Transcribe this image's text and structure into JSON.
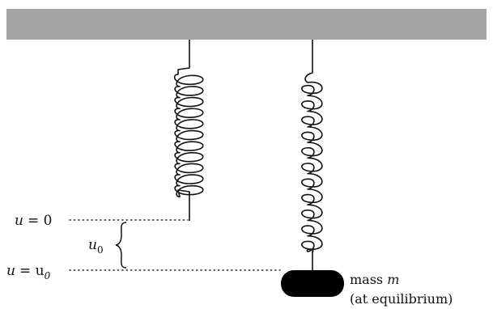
{
  "ceiling": {
    "color": "#a4a4a4"
  },
  "labels": {
    "u_zero_lhs": "u",
    "u_zero_eq": "= 0",
    "u_u0_lhs": "u",
    "u_u0_eq": "= u",
    "u_u0_sub": "0",
    "displacement_main": "u",
    "displacement_sub": "0",
    "mass_prefix": "mass ",
    "mass_symbol": "m",
    "mass_note": "(at equilibrium)"
  },
  "springs": {
    "left": {
      "coils": 11,
      "state": "unstretched"
    },
    "right": {
      "coils": 11,
      "state": "stretched"
    }
  },
  "mass": {
    "color": "#000000"
  }
}
